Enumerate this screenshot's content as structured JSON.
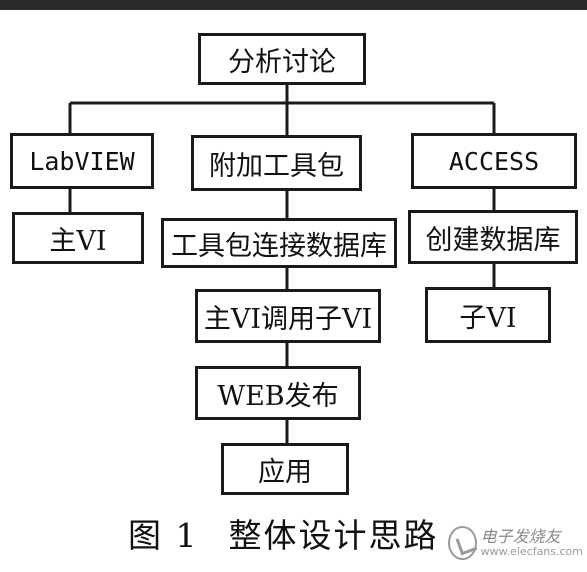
{
  "nodes": {
    "analysis": "分析讨论",
    "labview": "LabVIEW",
    "toolkit": "附加工具包",
    "access": "ACCESS",
    "main_vi": "主VI",
    "toolkit_db": "工具包连接数据库",
    "create_db": "创建数据库",
    "call_sub": "主VI调用子VI",
    "sub_vi": "子VI",
    "web_publish": "WEB发布",
    "application": "应用"
  },
  "caption": {
    "figure_number": "图 1",
    "title": "整体设计思路"
  },
  "watermark": {
    "site_cn": "电子发烧友",
    "site_en": "www.elecfans.com"
  }
}
